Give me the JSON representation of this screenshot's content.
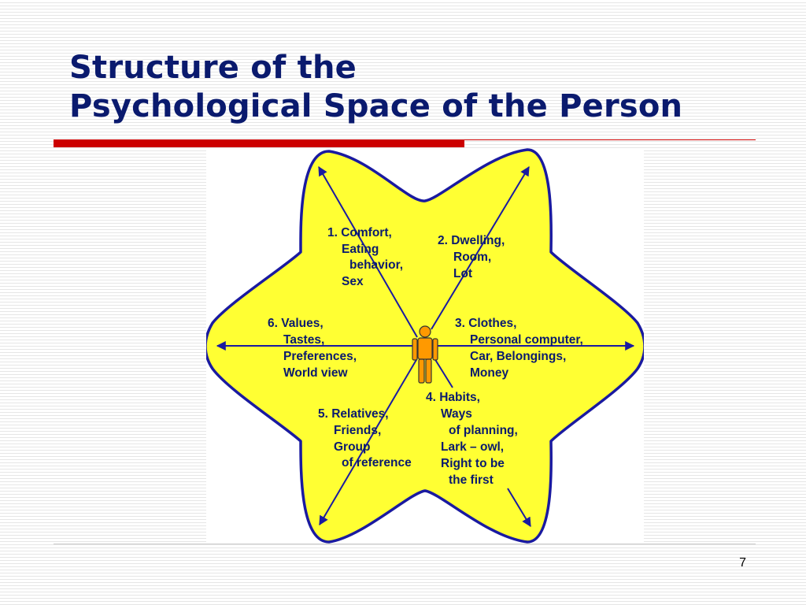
{
  "slide": {
    "title_line1": "Structure of the",
    "title_line2": "Psychological Space of the Person",
    "page_number": "7"
  },
  "diagram": {
    "fill_color": "#ffff33",
    "outline_color": "#1a1aa0",
    "arrow_color": "#1a1aa0",
    "person_color": "#ff9900",
    "icons": [
      "person-icon"
    ],
    "labels": [
      {
        "lines": [
          "1. Comfort,",
          "Eating",
          "behavior,",
          "Sex"
        ]
      },
      {
        "lines": [
          "2. Dwelling,",
          "Room,",
          "Lot"
        ]
      },
      {
        "lines": [
          "3. Clothes,",
          "Personal computer,",
          "Car, Belongings,",
          "Money"
        ]
      },
      {
        "lines": [
          "4. Habits,",
          "Ways",
          "of planning,",
          "Lark – owl,",
          "Right to be",
          "the first"
        ]
      },
      {
        "lines": [
          "5. Relatives,",
          "Friends,",
          "Group",
          "of reference"
        ]
      },
      {
        "lines": [
          "6. Values,",
          "Tastes,",
          "Preferences,",
          "World view"
        ]
      }
    ]
  }
}
